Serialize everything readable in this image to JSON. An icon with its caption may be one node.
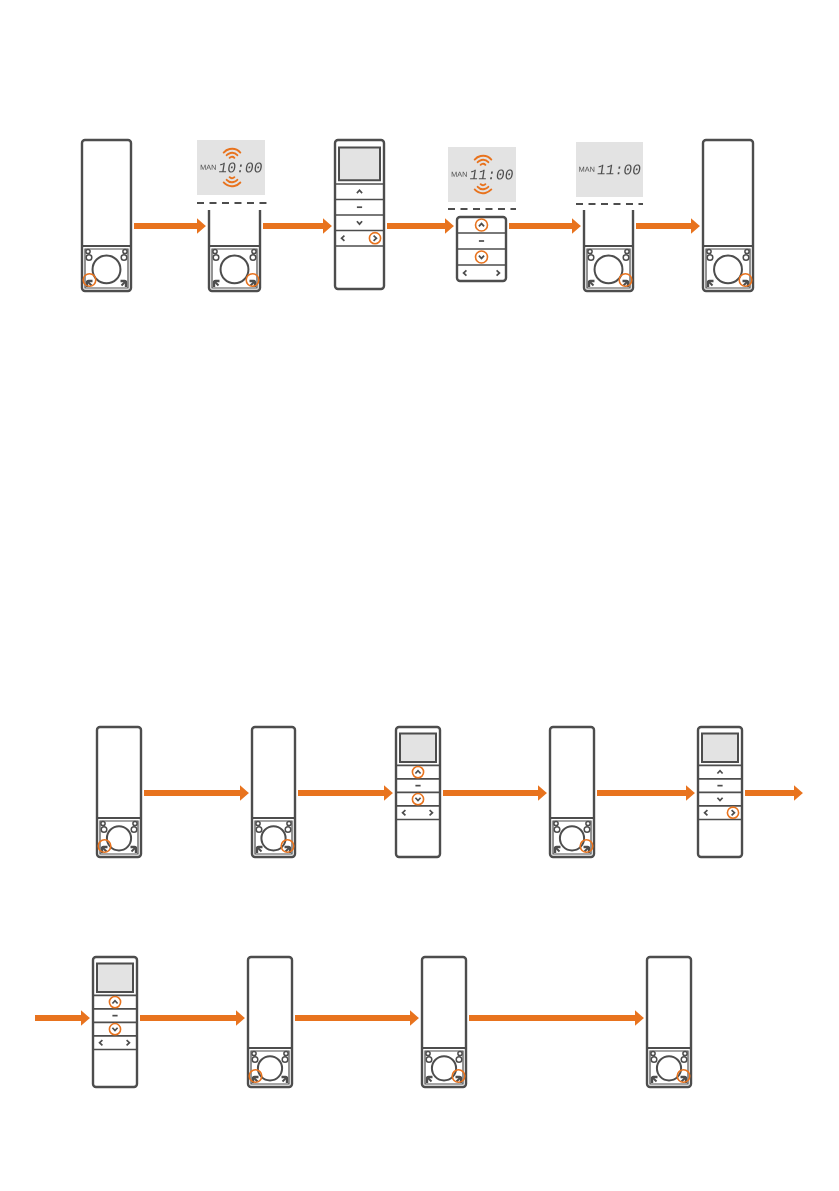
{
  "diagram": {
    "nodes": [
      {
        "text": [],
        "shape": "picture"
      },
      {
        "text": [
          "MAN",
          "10:00"
        ]
      },
      {
        "text": [],
        "shape": "picture"
      },
      {
        "text": [],
        "shape": "picture"
      },
      {
        "text": [
          "MAN",
          "11:00"
        ]
      },
      {
        "text": [],
        "shape": "picture"
      },
      {
        "text": [
          "MAN",
          "11:00"
        ]
      },
      {
        "text": [],
        "shape": "picture"
      },
      {
        "text": [],
        "shape": "picture"
      },
      {
        "text": [],
        "shape": "picture"
      },
      {
        "text": [],
        "shape": "picture"
      },
      {
        "text": [],
        "shape": "picture"
      },
      {
        "text": [],
        "shape": "picture"
      },
      {
        "text": [],
        "shape": "picture"
      },
      {
        "text": [],
        "shape": "picture"
      },
      {
        "text": [],
        "shape": "picture"
      },
      {
        "text": [],
        "shape": "picture"
      },
      {
        "text": [],
        "shape": "picture"
      }
    ],
    "edges": [
      {
        "from": 0,
        "to": 2,
        "arrow": "to"
      },
      {
        "from": 2,
        "to": 3,
        "arrow": "to"
      },
      {
        "from": 3,
        "to": 5,
        "arrow": "to"
      },
      {
        "from": 5,
        "to": 7,
        "arrow": "to"
      },
      {
        "from": 7,
        "to": 8,
        "arrow": "to"
      },
      {
        "from": 9,
        "to": 10,
        "arrow": "to"
      },
      {
        "from": 10,
        "to": 11,
        "arrow": "to"
      },
      {
        "from": 11,
        "to": 12,
        "arrow": "to"
      },
      {
        "from": 12,
        "to": 13,
        "arrow": "to"
      },
      {
        "from": 13,
        "to": null,
        "arrow": "to"
      },
      {
        "from": null,
        "to": 14,
        "arrow": "to"
      },
      {
        "from": 14,
        "to": 15,
        "arrow": "to"
      },
      {
        "from": 15,
        "to": 16,
        "arrow": "to"
      },
      {
        "from": 16,
        "to": 17,
        "arrow": "to"
      }
    ]
  }
}
